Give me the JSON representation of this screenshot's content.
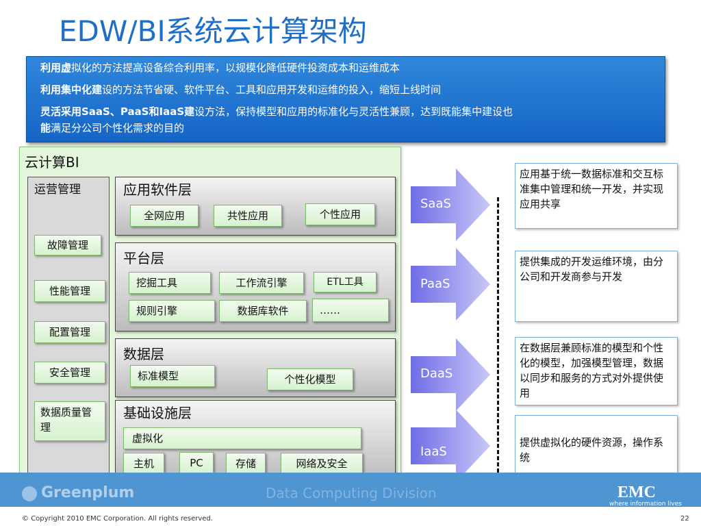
{
  "title": "EDW/BI系统云计算架构",
  "bullets": {
    "b1_bold": "利用虚",
    "b1_rest": "拟化的方法提高设备综合利用率，以规模化降低硬件投资成本和运维成本",
    "b2_bold": "利用集中化建",
    "b2_rest": "设的方法节省硬、软件平台、工具和应用开发和运维的投入，缩短上线时间",
    "b3_bold": "灵活采用SaaS、PaaS和IaaS建",
    "b3_rest": "设方法，保持模型和应用的标准化与灵活性兼顾，达到既能集中建设也",
    "b4_bold": "能",
    "b4_rest": "满足分公司个性化需求的目的"
  },
  "panel": {
    "title": "云计算BI",
    "management": {
      "title": "运营管理",
      "items": [
        "故障管理",
        "性能管理",
        "配置管理",
        "安全管理",
        "数据质量管理"
      ]
    },
    "layers": [
      {
        "title": "应用软件层",
        "items": [
          "全网应用",
          "共性应用",
          "个性应用"
        ]
      },
      {
        "title": "平台层",
        "items": [
          "挖掘工具",
          "工作流引擎",
          "ETL工具",
          "规则引擎",
          "数据库软件",
          "……"
        ]
      },
      {
        "title": "数据层",
        "items": [
          "标准模型",
          "个性化模型"
        ]
      },
      {
        "title": "基础设施层",
        "items": [
          "虚拟化",
          "主机",
          "PC",
          "存储",
          "网络及安全"
        ]
      }
    ]
  },
  "services": [
    "SaaS",
    "PaaS",
    "DaaS",
    "IaaS"
  ],
  "descriptions": [
    "应用基于统一数据标准和交互标准集中管理和统一开发，并实现应用共享",
    "提供集成的开发运维环境，由分公司和开发商参与开发",
    "在数据层兼顾标准的模型和个性化的模型，加强模型管理，数据以同步和服务的方式对外提供使用",
    "提供虚拟化的硬件资源，操作系统"
  ],
  "footer": {
    "brand": "Greenplum",
    "division": "Data Computing Division",
    "emc": "EMC",
    "emc_tagline": "where information lives",
    "copyright": "© Copyright 2010 EMC Corporation. All rights reserved.",
    "page": "22"
  },
  "colors": {
    "title_blue": "#1f6fc6",
    "bullet_bg": "#1a6cc9",
    "panel_green": "#e3f5da",
    "box_green_border": "#7cb86b",
    "arrow_purple": "#8a88ee",
    "footer_blue": "#4f95d2"
  }
}
